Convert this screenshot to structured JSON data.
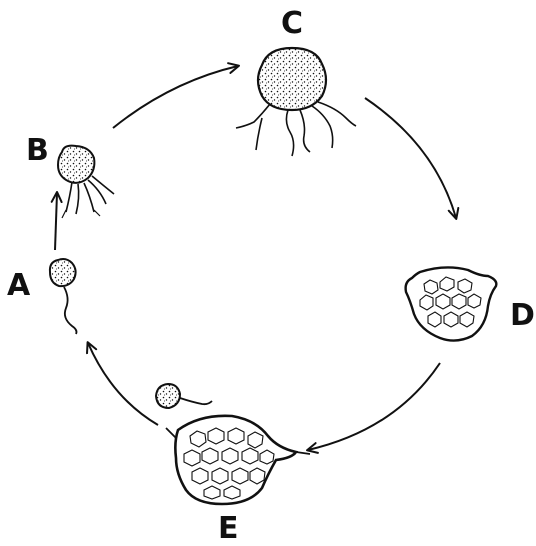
{
  "diagram": {
    "stages": [
      {
        "id": "A",
        "label": "A"
      },
      {
        "id": "B",
        "label": "B"
      },
      {
        "id": "C",
        "label": "C"
      },
      {
        "id": "D",
        "label": "D"
      },
      {
        "id": "E",
        "label": "E"
      }
    ],
    "cycle_order": [
      "A",
      "B",
      "C",
      "D",
      "E",
      "A"
    ],
    "colors": {
      "ink": "#111111",
      "background": "#ffffff"
    }
  }
}
